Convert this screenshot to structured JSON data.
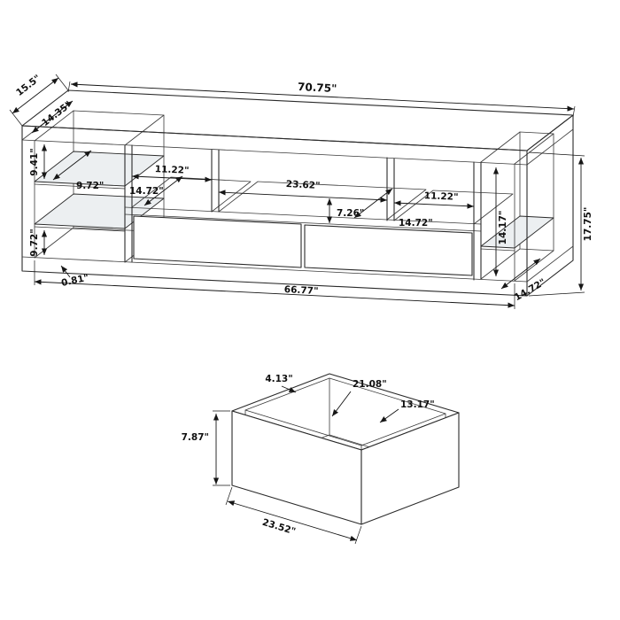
{
  "console": {
    "dims": {
      "overall_width": "70.75\"",
      "top_depth": "15.5\"",
      "inner_top_depth": "14.35\"",
      "left_opening_height": "9.41\"",
      "left_shelf_depth": "9.72\"",
      "left_cubby_width": "11.22\"",
      "left_cubby_depth": "14.72\"",
      "center_opening_width": "23.62\"",
      "center_opening_height": "7.26\"",
      "center_drawer_depth": "14.72\"",
      "right_cubby_width": "11.22\"",
      "right_opening_height": "14.17\"",
      "glass_thickness": "0.81\"",
      "inner_width": "66.77\"",
      "right_shelf_depth": "14.72\"",
      "overall_height": "17.75\""
    }
  },
  "drawer": {
    "dims": {
      "back_height": "4.13\"",
      "inner_width": "21.08\"",
      "inner_depth": "13.17\"",
      "front_height": "7.87\"",
      "front_width": "23.52\""
    }
  }
}
